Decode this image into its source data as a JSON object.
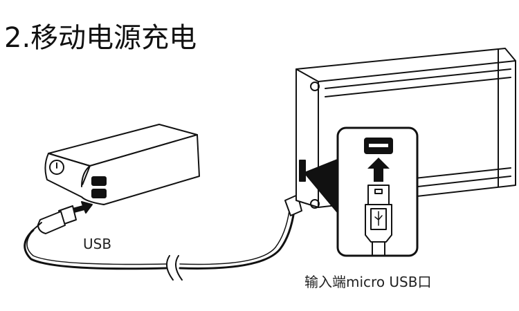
{
  "title": "2.移动电源充电",
  "labels": {
    "usb": "USB",
    "input_port": "输入端micro USB口"
  },
  "colors": {
    "line": "#111111",
    "fill_dark": "#1a1a1a"
  }
}
